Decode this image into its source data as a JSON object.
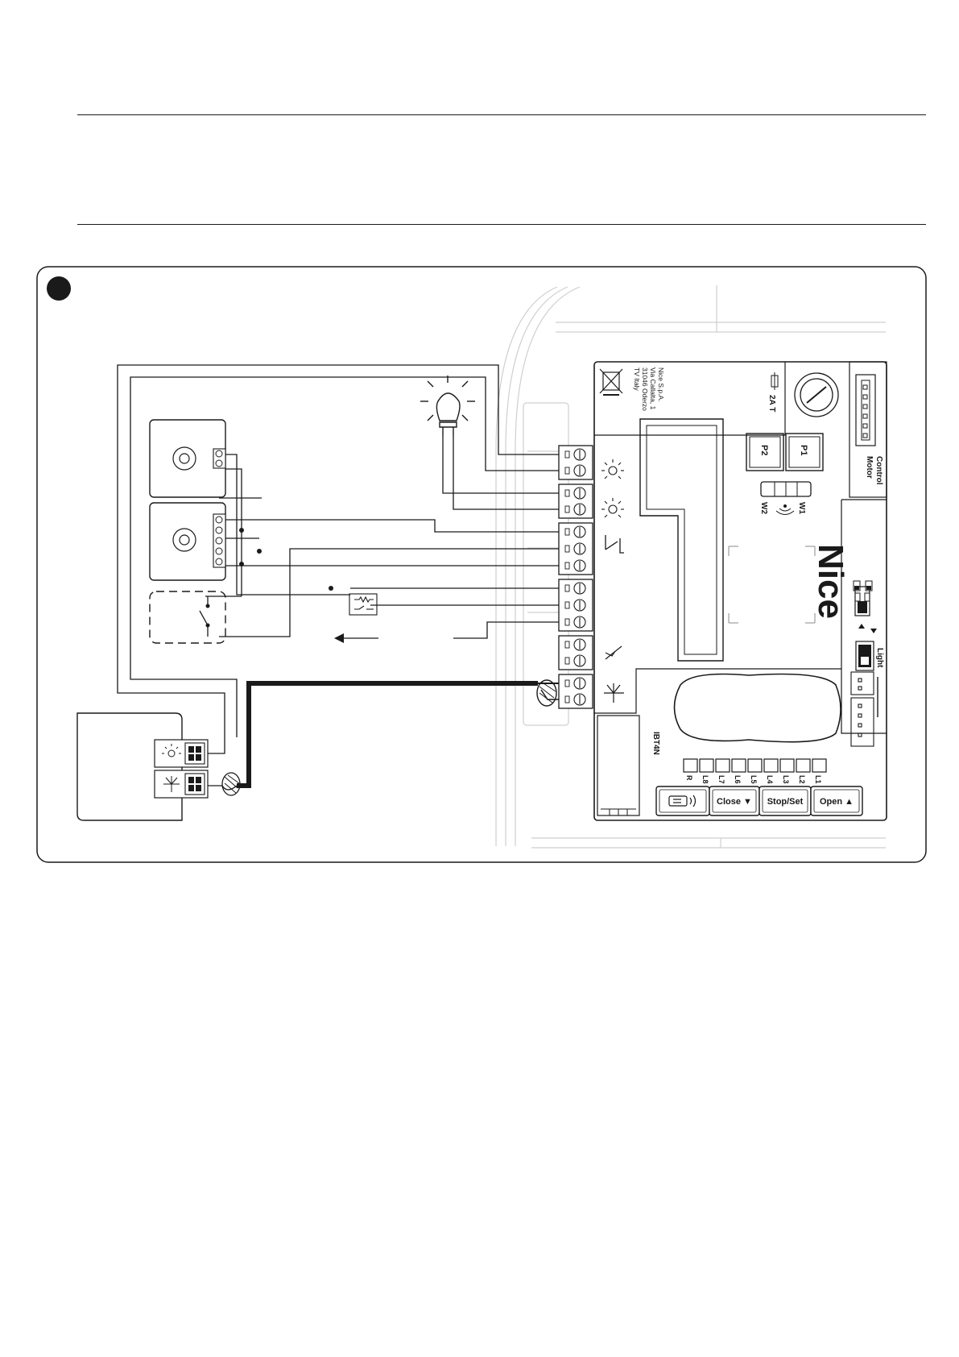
{
  "figure": {
    "marker": ""
  },
  "board": {
    "manufacturer_lines": [
      "Nice S.p.A.",
      "Via Callalta, 1",
      "31046 Oderzo",
      "TV Italy"
    ],
    "fuse_label": "2A T",
    "motor_control_lines": [
      "Motor",
      "Control"
    ],
    "brand": "Nice",
    "p1": "P1",
    "p2": "P2",
    "w1": "W1",
    "w2": "W2",
    "light_label": "Light",
    "ibt_label": "IBT4N",
    "leds": [
      "R",
      "L8",
      "L7",
      "L6",
      "L5",
      "L4",
      "L3",
      "L2",
      "L1"
    ],
    "buttons": {
      "close": "Close ▼",
      "stop": "Stop/Set",
      "open": "Open ▲"
    }
  },
  "icons": {
    "lamp": "light-bulb-icon",
    "flash": "flashing-light-icon",
    "courtesy": "courtesy-light-icon",
    "contact": "switch-contact-icon",
    "sensor": "radio-sensor-icon",
    "antenna": "antenna-icon",
    "radio": "radio-receiver-icon"
  }
}
